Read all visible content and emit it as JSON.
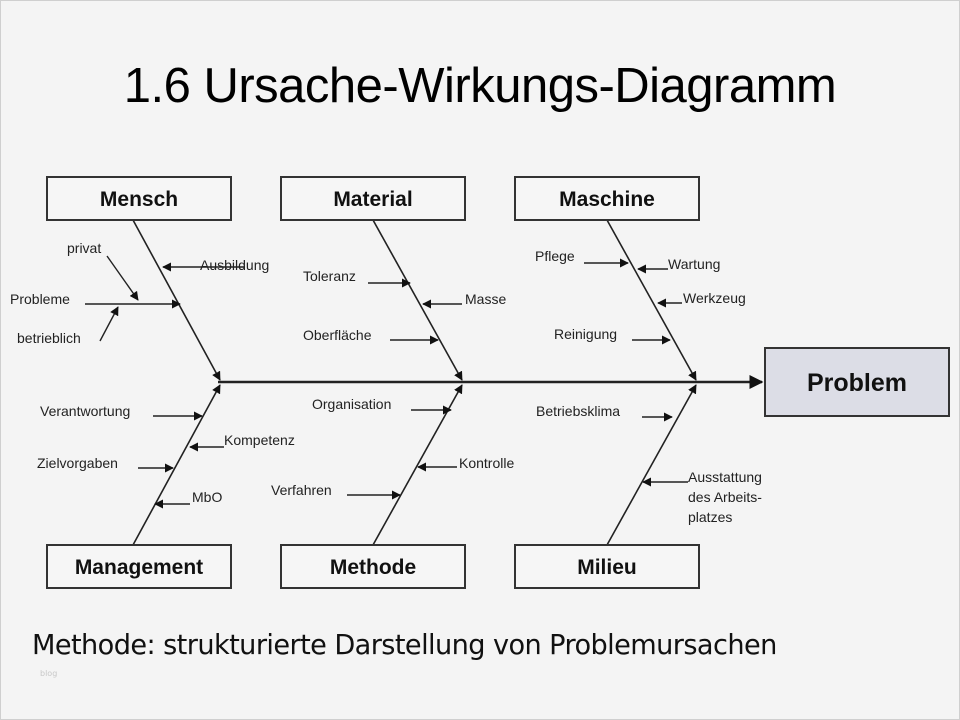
{
  "slide": {
    "title": "1.6 Ursache-Wirkungs-Diagramm",
    "subtitle": "Methode: strukturierte Darstellung von Problemursachen",
    "watermark": "blog"
  },
  "diagram": {
    "type": "fishbone",
    "effect": {
      "label": "Problem",
      "fill": "#dcdde6"
    },
    "categories": [
      {
        "id": "mensch",
        "label": "Mensch",
        "position": "top",
        "causes": [
          {
            "label": "Ausbildung",
            "side": "right"
          },
          {
            "label": "Probleme",
            "side": "left",
            "sub_causes": [
              "privat",
              "betrieblich"
            ]
          }
        ]
      },
      {
        "id": "material",
        "label": "Material",
        "position": "top",
        "causes": [
          {
            "label": "Toleranz",
            "side": "left"
          },
          {
            "label": "Masse",
            "side": "right"
          },
          {
            "label": "Oberfläche",
            "side": "left"
          }
        ]
      },
      {
        "id": "maschine",
        "label": "Maschine",
        "position": "top",
        "causes": [
          {
            "label": "Pflege",
            "side": "left"
          },
          {
            "label": "Wartung",
            "side": "right"
          },
          {
            "label": "Werkzeug",
            "side": "right"
          },
          {
            "label": "Reinigung",
            "side": "left"
          }
        ]
      },
      {
        "id": "management",
        "label": "Management",
        "position": "bottom",
        "causes": [
          {
            "label": "Verantwortung",
            "side": "left"
          },
          {
            "label": "Kompetenz",
            "side": "right"
          },
          {
            "label": "Zielvorgaben",
            "side": "left"
          },
          {
            "label": "MbO",
            "side": "right"
          }
        ]
      },
      {
        "id": "methode",
        "label": "Methode",
        "position": "bottom",
        "causes": [
          {
            "label": "Organisation",
            "side": "left"
          },
          {
            "label": "Kontrolle",
            "side": "right"
          },
          {
            "label": "Verfahren",
            "side": "left"
          }
        ]
      },
      {
        "id": "milieu",
        "label": "Milieu",
        "position": "bottom",
        "causes": [
          {
            "label": "Betriebsklima",
            "side": "left"
          },
          {
            "label": "Ausstattung des Arbeits-platzes",
            "side": "right",
            "lines": [
              "Ausstattung",
              "des Arbeits-",
              "platzes"
            ]
          }
        ]
      }
    ]
  }
}
